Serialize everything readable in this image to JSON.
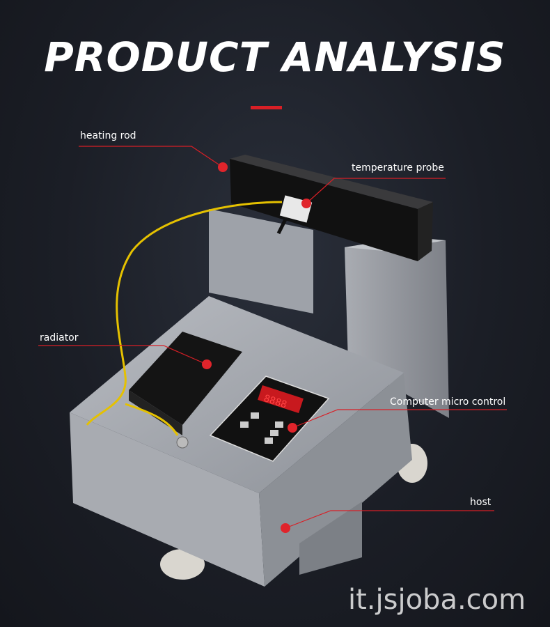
{
  "title": "PRODUCT ANALYSIS",
  "accent_color": "#d81f26",
  "callouts": {
    "heating_rod": "heating rod",
    "temperature_probe": "temperature probe",
    "radiator": "radiator",
    "computer_micro_control": "Computer micro control",
    "host": "host"
  },
  "display_readout": "8888",
  "watermark": "it.jsjoba.com"
}
